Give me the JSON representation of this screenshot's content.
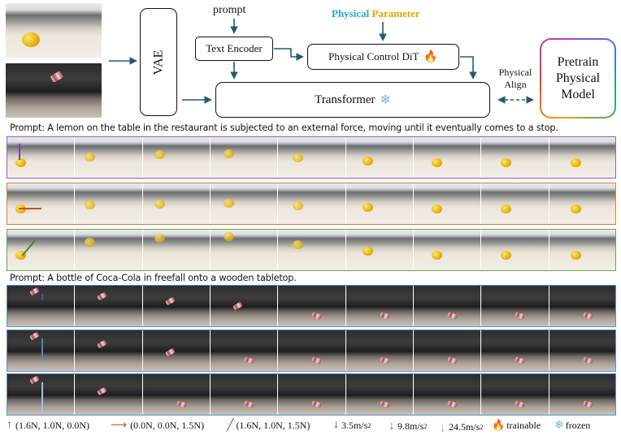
{
  "diagram": {
    "prompt_label": "prompt",
    "vae_label": "VAE",
    "text_encoder_label": "Text Encoder",
    "physical_parameter_part1": "Physical ",
    "physical_parameter_part2": "Parameter",
    "physical_control_label": "Physical Control DiT",
    "transformer_label": "Transformer",
    "physical_align_line1": "Physical",
    "physical_align_line2": "Align",
    "pretrain_line1": "Pretrain",
    "pretrain_line2": "Physical",
    "pretrain_line3": "Model",
    "trainable_icon": "fire-icon",
    "frozen_icon": "snowflake-icon"
  },
  "prompts": {
    "lemon": "Prompt: A lemon on the table in the restaurant is subjected to an external force, moving until it eventually comes to a stop.",
    "cola": "Prompt: A bottle of Coca-Cola in freefall onto a wooden tabletop."
  },
  "strips": [
    {
      "scene": "lemon",
      "border": "#a05cb8",
      "arrow_color": "#7b3f9e"
    },
    {
      "scene": "lemon",
      "border": "#e07a3a",
      "arrow_color": "#c8501e"
    },
    {
      "scene": "lemon",
      "border": "#63a845",
      "arrow_color": "#3f8a2e"
    },
    {
      "scene": "cola",
      "border": "#5b8fd0",
      "arrow_color": "#2a5fa5"
    },
    {
      "scene": "cola",
      "border": "#5b8fd0",
      "arrow_color": "#4a88c8"
    },
    {
      "scene": "cola",
      "border": "#5b8fd0",
      "arrow_color": "#9cc3e6"
    }
  ],
  "legend": {
    "force1": "(1.6N, 1.0N, 0.0N)",
    "force2": "(0.0N, 0.0N, 1.5N)",
    "force3": "(1.6N, 1.0N, 1.5N)",
    "grav1": "3.5m/s",
    "grav2": "9.8m/s",
    "grav3": "24.5m/s",
    "sup": "2",
    "trainable": "trainable",
    "frozen": "frozen",
    "colors": {
      "force1": "#7b3f9e",
      "force2": "#c8501e",
      "force3": "#3f8a2e",
      "grav1": "#1f4f8f",
      "grav2": "#4a88c8",
      "grav3": "#9cc3e6"
    }
  }
}
